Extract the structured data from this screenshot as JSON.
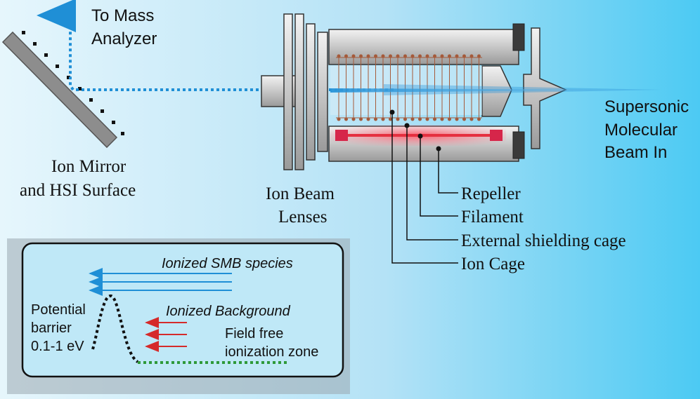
{
  "labels": {
    "to_mass_analyzer": [
      "To Mass",
      "Analyzer"
    ],
    "ion_mirror": [
      "Ion Mirror",
      "and HSI Surface"
    ],
    "ion_beam_lenses": [
      "Ion Beam",
      "Lenses"
    ],
    "supersonic": [
      "Supersonic",
      "Molecular",
      "Beam In"
    ],
    "repeller": "Repeller",
    "filament": "Filament",
    "external_shielding_cage": "External shielding cage",
    "ion_cage": "Ion Cage"
  },
  "inset": {
    "ionized_smb_species": "Ionized SMB species",
    "ionized_background": "Ionized Background",
    "potential_barrier": [
      "Potential",
      "barrier",
      "0.1-1 eV"
    ],
    "field_free_zone": [
      "Field free",
      "ionization zone"
    ]
  },
  "colors": {
    "beam": "#1f8fd6",
    "background_arrows": "#d52a2a",
    "field_free_line": "#2e9a3a",
    "filament": "#e53040",
    "metal": "#c9c9c9"
  }
}
